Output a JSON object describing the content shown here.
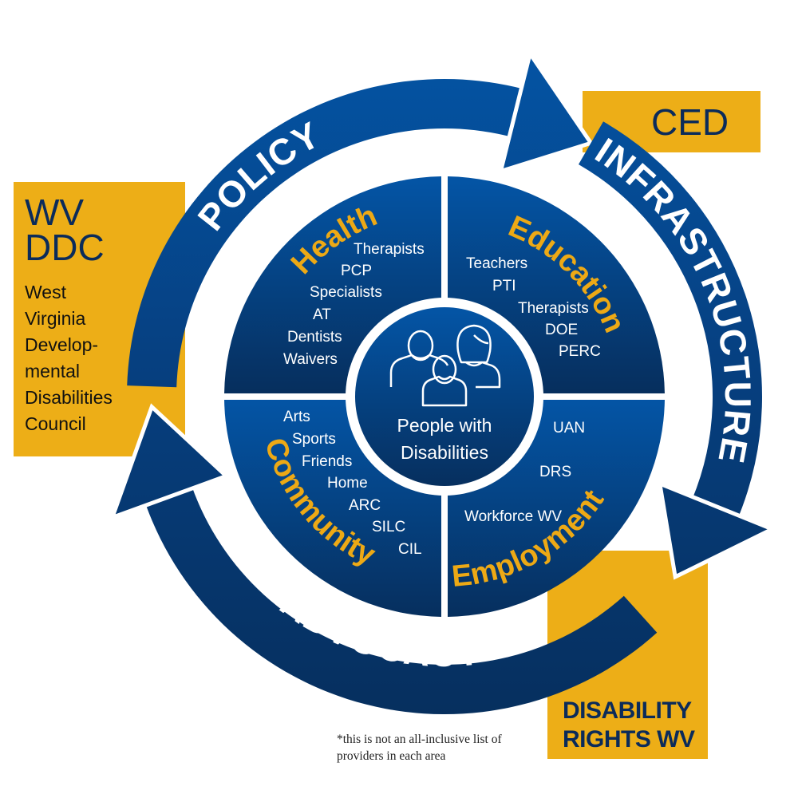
{
  "colors": {
    "blue_light": "#0455a6",
    "blue_dark": "#062f5e",
    "orange": "#edae17",
    "navy_text": "#0b2b5a"
  },
  "ring": {
    "policy": "POLICY",
    "infrastructure": "INFRASTRUCTURE",
    "advocacy": "ADVOCACY"
  },
  "boxes": {
    "wvddc": {
      "abbr_line1": "WV",
      "abbr_line2": "DDC",
      "name_lines": [
        "West",
        "Virginia",
        "Develop-",
        "mental",
        "Disabilities",
        "Council"
      ]
    },
    "ced": {
      "label": "CED"
    },
    "drwv": {
      "line1": "DISABILITY",
      "line2": "RIGHTS WV"
    }
  },
  "quadrants": {
    "health": {
      "title": "Health",
      "items": [
        "Therapists",
        "PCP",
        "Specialists",
        "AT",
        "Dentists",
        "Waivers"
      ]
    },
    "education": {
      "title": "Education",
      "items": [
        "Teachers",
        "PTI",
        "Therapists",
        "DOE",
        "PERC"
      ]
    },
    "community": {
      "title": "Community",
      "items": [
        "Arts",
        "Sports",
        "Friends",
        "Home",
        "ARC",
        "SILC",
        "CIL"
      ]
    },
    "employment": {
      "title": "Employment",
      "items": [
        "UAN",
        "DRS",
        "Workforce WV"
      ]
    }
  },
  "center": {
    "line1": "People with",
    "line2": "Disabilities",
    "icon": "people-group-icon"
  },
  "footnote": "*this is not an all-inclusive list of providers in each area"
}
